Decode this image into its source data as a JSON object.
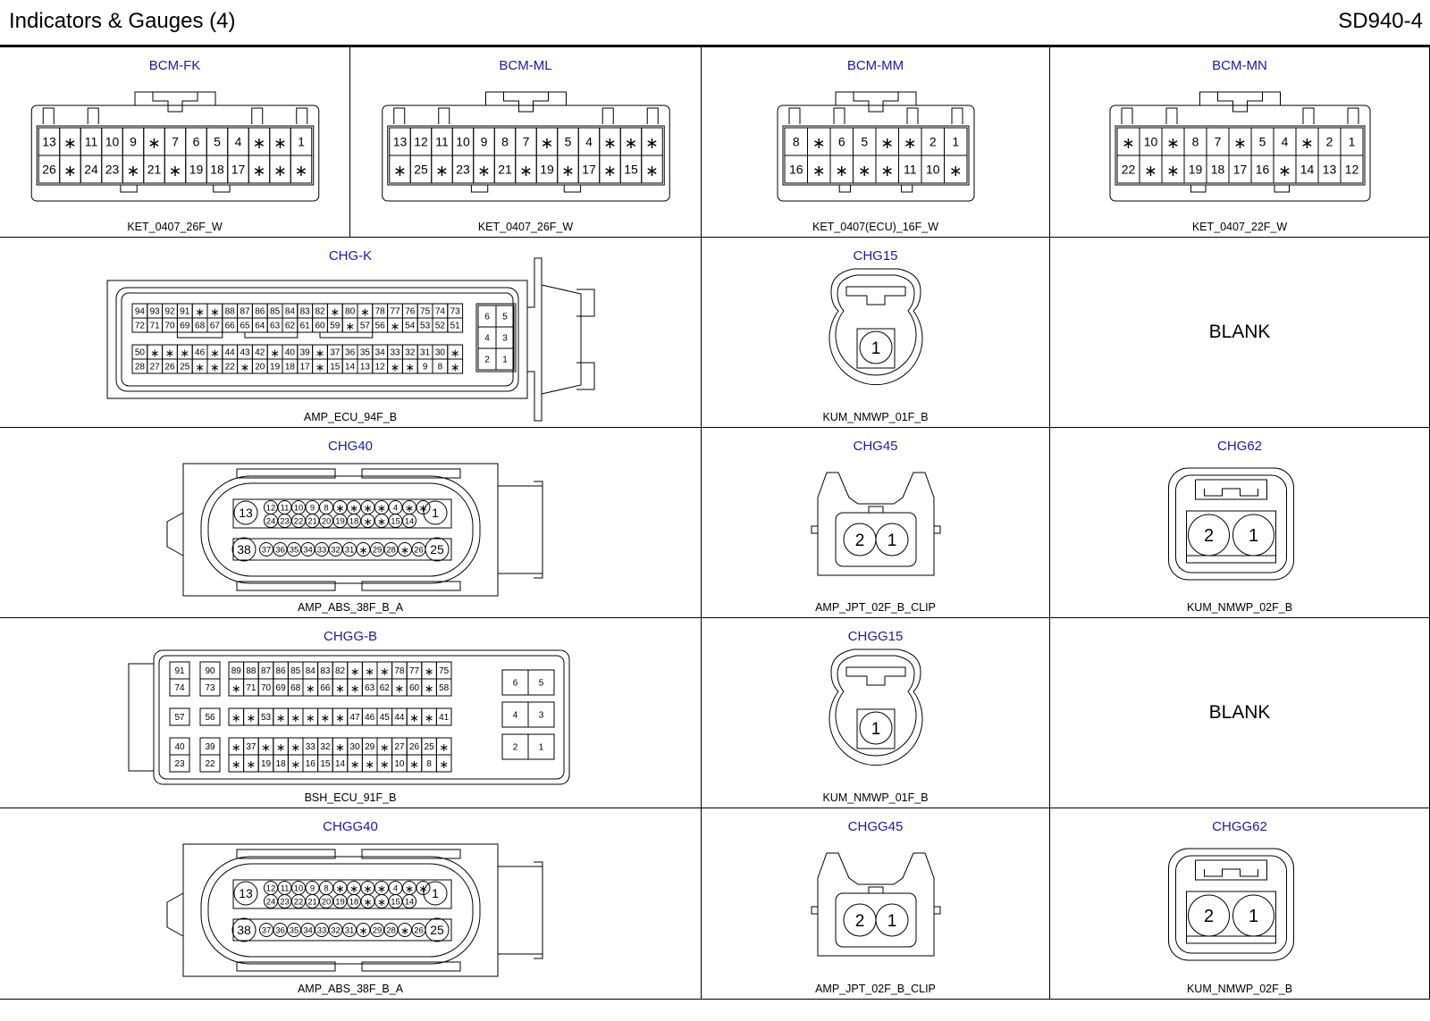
{
  "header": {
    "title": "Indicators & Gauges (4)",
    "code": "SD940-4"
  },
  "star": "∗",
  "cells": [
    {
      "id": "bcm-fk",
      "name": "BCM-FK",
      "part": "KET_0407_26F_W",
      "kind": "rect2",
      "rows": [
        [
          "13",
          "*",
          "11",
          "10",
          "9",
          "*",
          "7",
          "6",
          "5",
          "4",
          "*",
          "*",
          "1"
        ],
        [
          "26",
          "*",
          "24",
          "23",
          "*",
          "21",
          "*",
          "19",
          "18",
          "17",
          "*",
          "*",
          "*"
        ]
      ]
    },
    {
      "id": "bcm-ml",
      "name": "BCM-ML",
      "part": "KET_0407_26F_W",
      "kind": "rect2",
      "rows": [
        [
          "13",
          "12",
          "11",
          "10",
          "9",
          "8",
          "7",
          "*",
          "5",
          "4",
          "*",
          "*",
          "*"
        ],
        [
          "*",
          "25",
          "*",
          "23",
          "*",
          "21",
          "*",
          "19",
          "*",
          "17",
          "*",
          "15",
          "*"
        ]
      ]
    },
    {
      "id": "bcm-mm",
      "name": "BCM-MM",
      "part": "KET_0407(ECU)_16F_W",
      "kind": "rect2",
      "rows": [
        [
          "8",
          "*",
          "6",
          "5",
          "*",
          "*",
          "2",
          "1"
        ],
        [
          "16",
          "*",
          "*",
          "*",
          "*",
          "11",
          "10",
          "*"
        ]
      ]
    },
    {
      "id": "bcm-mn",
      "name": "BCM-MN",
      "part": "KET_0407_22F_W",
      "kind": "rect2",
      "rows": [
        [
          "*",
          "10",
          "*",
          "8",
          "7",
          "*",
          "5",
          "4",
          "*",
          "2",
          "1"
        ],
        [
          "22",
          "*",
          "*",
          "19",
          "18",
          "17",
          "16",
          "*",
          "14",
          "13",
          "12"
        ]
      ]
    },
    {
      "id": "chg-k",
      "name": "CHG-K",
      "part": "AMP_ECU_94F_B",
      "kind": "ecu94",
      "rows": [
        [
          "94",
          "93",
          "92",
          "91",
          "*",
          "*",
          "88",
          "87",
          "86",
          "85",
          "84",
          "83",
          "82",
          "*",
          "80",
          "*",
          "78",
          "77",
          "76",
          "75",
          "74",
          "73"
        ],
        [
          "72",
          "71",
          "70",
          "69",
          "68",
          "67",
          "66",
          "65",
          "64",
          "63",
          "62",
          "61",
          "60",
          "59",
          "*",
          "57",
          "56",
          "*",
          "54",
          "53",
          "52",
          "51"
        ],
        [
          "50",
          "*",
          "*",
          "*",
          "46",
          "*",
          "44",
          "43",
          "42",
          "*",
          "40",
          "39",
          "*",
          "37",
          "36",
          "35",
          "34",
          "33",
          "32",
          "31",
          "30",
          "*"
        ],
        [
          "28",
          "27",
          "26",
          "25",
          "*",
          "*",
          "22",
          "*",
          "20",
          "19",
          "18",
          "17",
          "*",
          "15",
          "14",
          "13",
          "12",
          "*",
          "*",
          "9",
          "8",
          "*"
        ]
      ],
      "side": [
        [
          "6",
          "5"
        ],
        [
          "4",
          "3"
        ],
        [
          "2",
          "1"
        ]
      ]
    },
    {
      "id": "chg15",
      "name": "CHG15",
      "part": "KUM_NMWP_01F_B",
      "kind": "round1",
      "pins": [
        "1"
      ]
    },
    {
      "id": "blank1",
      "name": "",
      "part": "",
      "kind": "blank",
      "label": "BLANK"
    },
    {
      "id": "chg40",
      "name": "CHG40",
      "part": "AMP_ABS_38F_B_A",
      "kind": "abs38",
      "big": [
        "13",
        "1",
        "38",
        "25"
      ],
      "r1": [
        "12",
        "11",
        "10",
        "9",
        "8",
        "*",
        "*",
        "*",
        "*",
        "4",
        "*",
        "*"
      ],
      "r2": [
        "24",
        "23",
        "22",
        "21",
        "20",
        "19",
        "18",
        "*",
        "*",
        "15",
        "14"
      ],
      "r3": [
        "37",
        "36",
        "35",
        "34",
        "33",
        "32",
        "31",
        "*",
        "29",
        "28",
        "*",
        "26"
      ]
    },
    {
      "id": "chg45",
      "name": "CHG45",
      "part": "AMP_JPT_02F_B_CLIP",
      "kind": "jpt2",
      "pins": [
        "2",
        "1"
      ]
    },
    {
      "id": "chg62",
      "name": "CHG62",
      "part": "KUM_NMWP_02F_B",
      "kind": "round2",
      "pins": [
        "2",
        "1"
      ]
    },
    {
      "id": "chgg-b",
      "name": "CHGG-B",
      "part": "BSH_ECU_91F_B",
      "kind": "bsh91",
      "g1": [
        [
          "91",
          "90"
        ],
        [
          "74",
          "73"
        ]
      ],
      "g2": [
        [
          "57",
          "56"
        ]
      ],
      "g3": [
        [
          "40",
          "39"
        ],
        [
          "23",
          "22"
        ]
      ],
      "m1": [
        [
          "89",
          "88",
          "87",
          "86",
          "85",
          "84",
          "83",
          "82",
          "*",
          "*",
          "*",
          "78",
          "77",
          "*",
          "75"
        ],
        [
          "*",
          "71",
          "70",
          "69",
          "68",
          "*",
          "66",
          "*",
          "*",
          "63",
          "62",
          "*",
          "60",
          "*",
          "58"
        ]
      ],
      "m2": [
        [
          "*",
          "*",
          "53",
          "*",
          "*",
          "*",
          "*",
          "*",
          "47",
          "46",
          "45",
          "44",
          "*",
          "*",
          "41"
        ]
      ],
      "m3": [
        [
          "*",
          "37",
          "*",
          "*",
          "*",
          "33",
          "32",
          "*",
          "30",
          "29",
          "*",
          "27",
          "26",
          "25",
          "*"
        ],
        [
          "*",
          "*",
          "19",
          "18",
          "*",
          "16",
          "15",
          "14",
          "*",
          "*",
          "*",
          "10",
          "*",
          "8",
          "*"
        ]
      ],
      "side": [
        [
          "6",
          "5"
        ],
        [
          "4",
          "3"
        ],
        [
          "2",
          "1"
        ]
      ]
    },
    {
      "id": "chgg15",
      "name": "CHGG15",
      "part": "KUM_NMWP_01F_B",
      "kind": "round1",
      "pins": [
        "1"
      ]
    },
    {
      "id": "blank2",
      "name": "",
      "part": "",
      "kind": "blank",
      "label": "BLANK"
    },
    {
      "id": "chgg40",
      "name": "CHGG40",
      "part": "AMP_ABS_38F_B_A",
      "kind": "abs38",
      "big": [
        "13",
        "1",
        "38",
        "25"
      ],
      "r1": [
        "12",
        "11",
        "10",
        "9",
        "8",
        "*",
        "*",
        "*",
        "*",
        "4",
        "*",
        "*"
      ],
      "r2": [
        "24",
        "23",
        "22",
        "21",
        "20",
        "19",
        "18",
        "*",
        "*",
        "15",
        "14"
      ],
      "r3": [
        "37",
        "36",
        "35",
        "34",
        "33",
        "32",
        "31",
        "*",
        "29",
        "28",
        "*",
        "26"
      ]
    },
    {
      "id": "chgg45",
      "name": "CHGG45",
      "part": "AMP_JPT_02F_B_CLIP",
      "kind": "jpt2",
      "pins": [
        "2",
        "1"
      ]
    },
    {
      "id": "chgg62",
      "name": "CHGG62",
      "part": "KUM_NMWP_02F_B",
      "kind": "round2",
      "pins": [
        "2",
        "1"
      ]
    }
  ]
}
